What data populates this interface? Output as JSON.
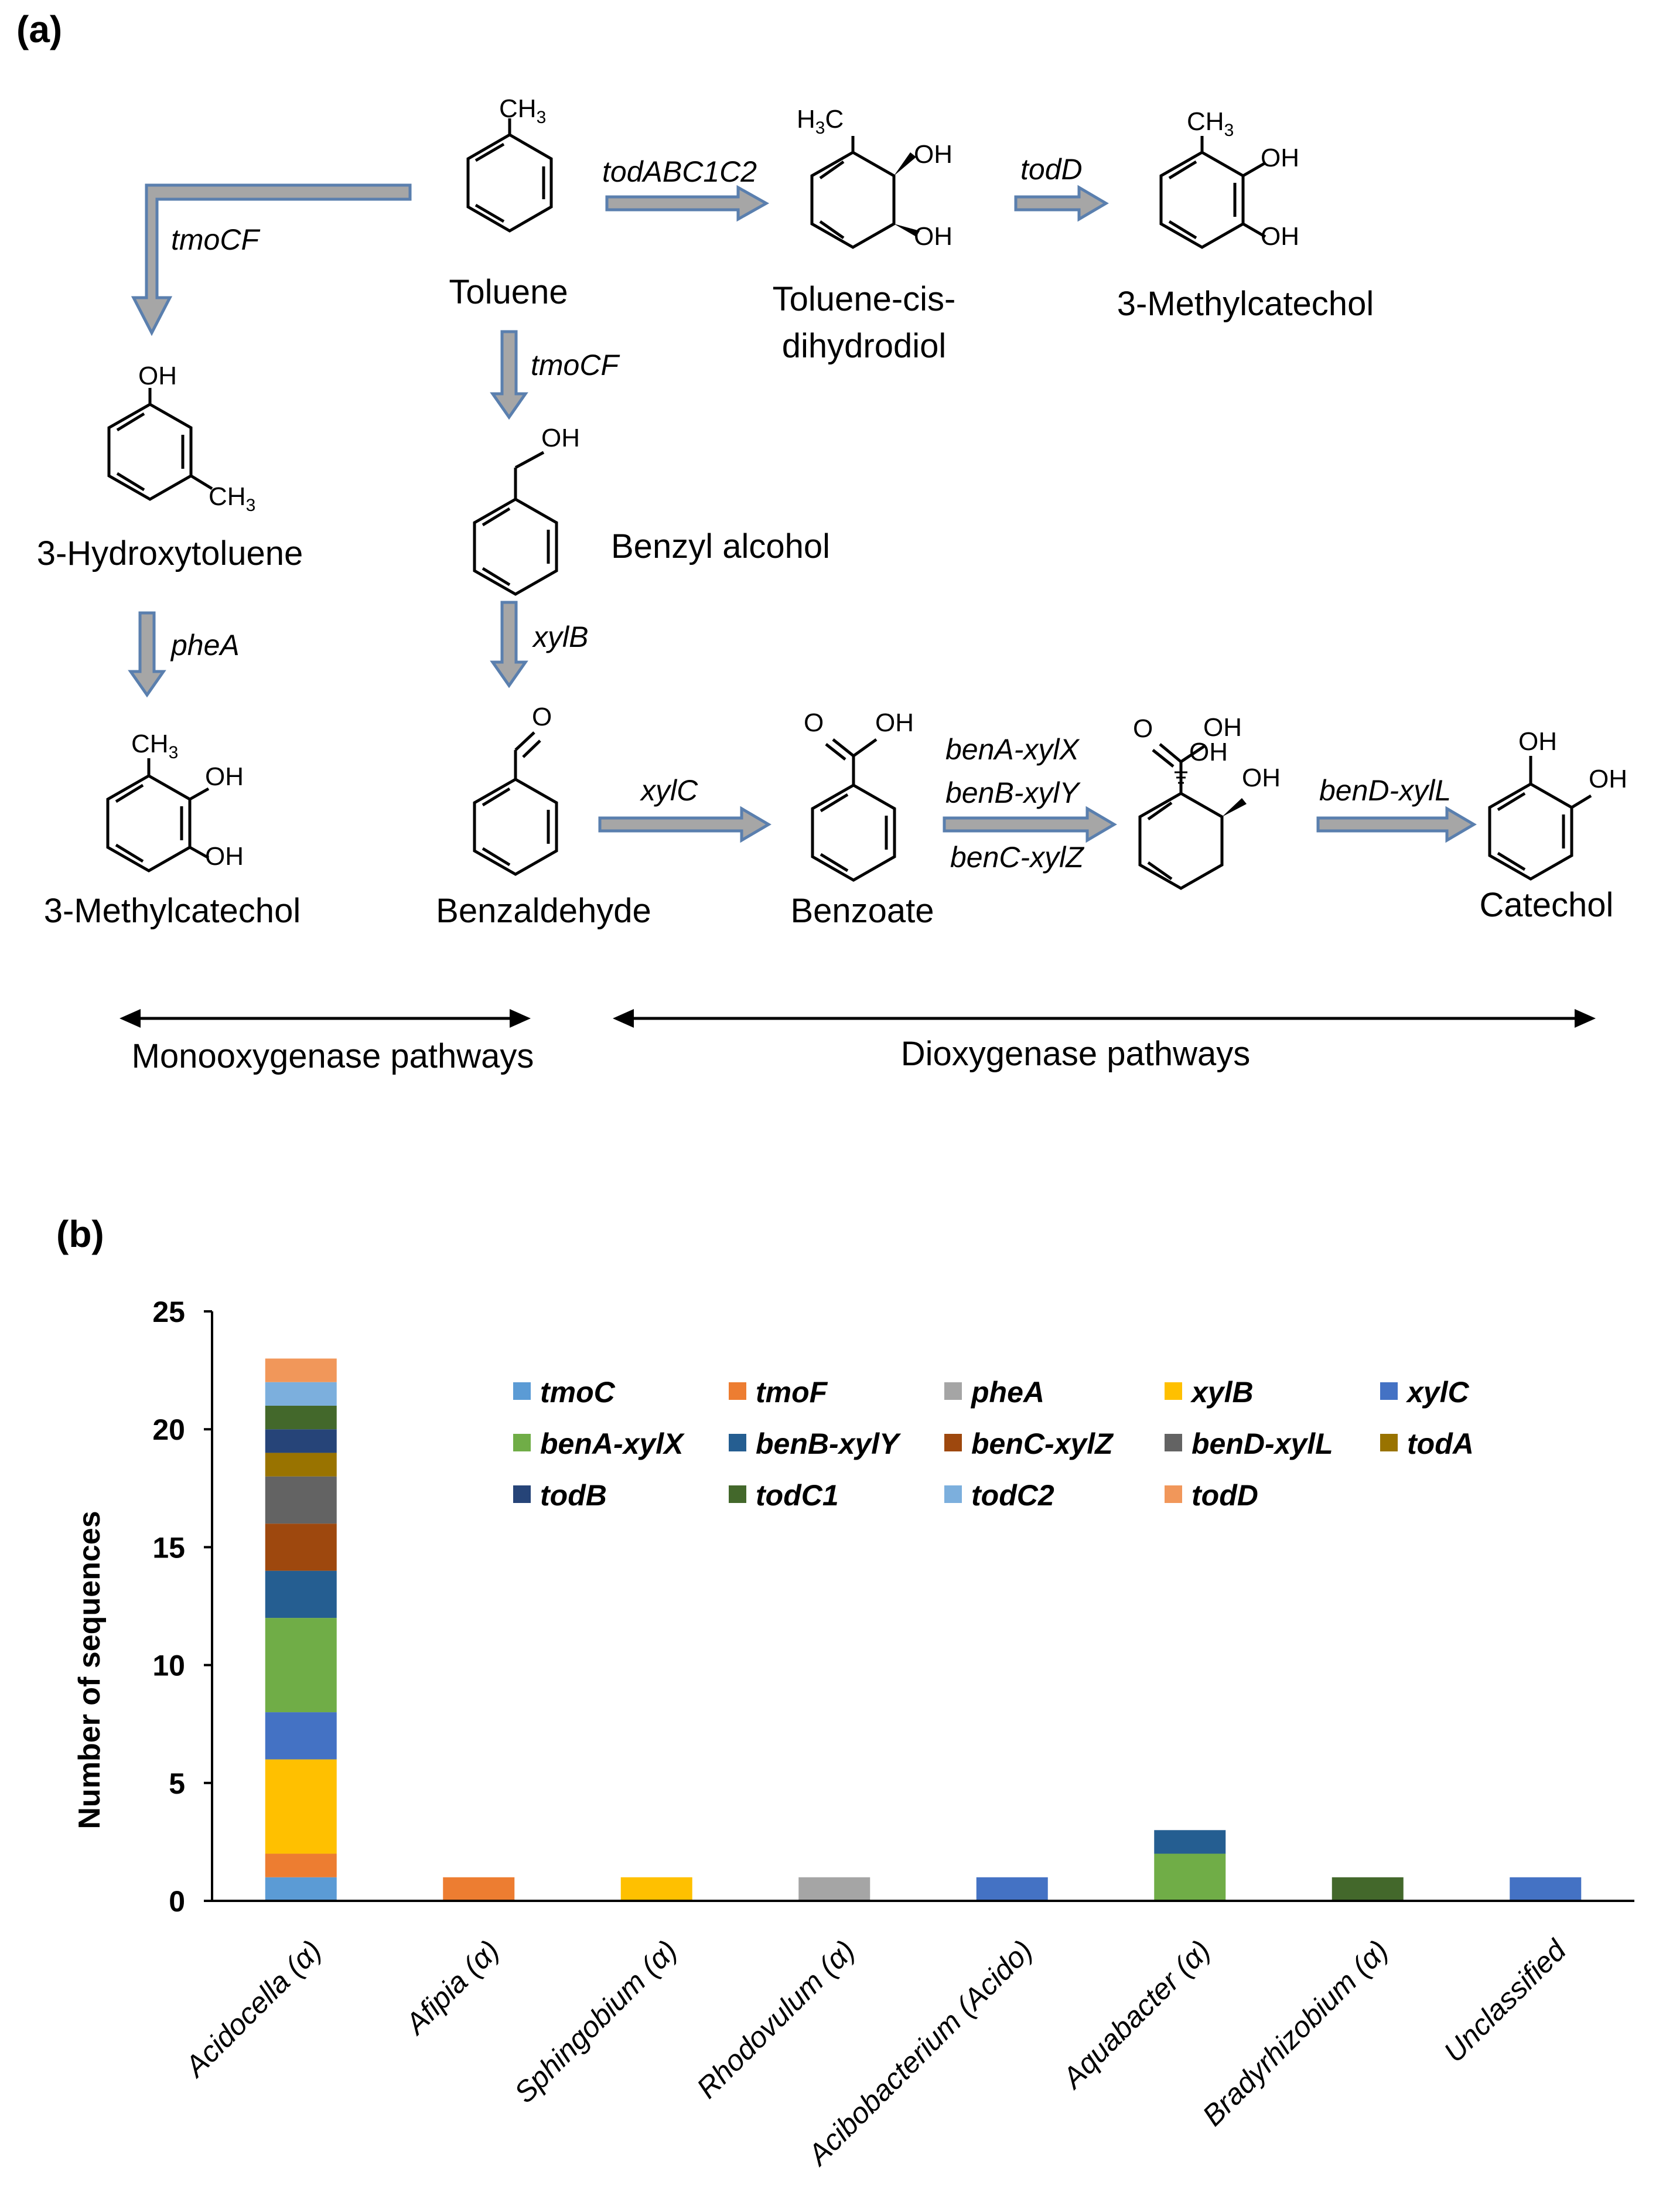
{
  "panel_a": {
    "label": "(a)",
    "compounds": {
      "toluene": "Toluene",
      "toluene_cis_dihydrodiol_line1": "Toluene-cis-",
      "toluene_cis_dihydrodiol_line2": "dihydrodiol",
      "methylcatechol_top": "3-Methylcatechol",
      "hydroxytoluene": "3-Hydroxytoluene",
      "benzyl_alcohol": "Benzyl alcohol",
      "methylcatechol_left": "3-Methylcatechol",
      "benzaldehyde": "Benzaldehyde",
      "benzoate": "Benzoate",
      "catechol": "Catechol"
    },
    "atoms": {
      "ch3": "CH",
      "h3c_h": "H",
      "h3c_c": "C",
      "sub3": "3",
      "oh": "OH",
      "o": "O"
    },
    "genes": {
      "tmoCF_left": "tmoCF",
      "todABC1C2": "todABC1C2",
      "todD": "todD",
      "tmoCF_mid": "tmoCF",
      "pheA": "pheA",
      "xylB": "xylB",
      "xylC": "xylC",
      "benA_xylX": "benA-xylX",
      "benB_xylY": "benB-xylY",
      "benC_xylZ": "benC-xylZ",
      "benD_xylL": "benD-xylL"
    },
    "pathways": {
      "mono": "Monooxygenase pathways",
      "di": "Dioxygenase pathways"
    }
  },
  "panel_b": {
    "label": "(b)"
  },
  "colors": {
    "arrow_fill": "#a6a6a6",
    "arrow_stroke": "#5a7fae",
    "tmoC": "#5b9bd5",
    "tmoF": "#ed7d31",
    "pheA": "#a5a5a5",
    "xylB": "#ffc000",
    "xylC": "#4472c4",
    "benA-xylX": "#70ad47",
    "benB-xylY": "#255e91",
    "benC-xylZ": "#9e480e",
    "benD-xylL": "#636363",
    "todA": "#997300",
    "todB": "#264478",
    "todC1": "#43682b",
    "todC2": "#7cafdd",
    "todD": "#f1975a"
  },
  "chart_data": {
    "type": "bar",
    "stacked": true,
    "ylabel": "Number of sequences",
    "xlabel": "",
    "ylim": [
      0,
      25
    ],
    "yticks": [
      0,
      5,
      10,
      15,
      20,
      25
    ],
    "grid": false,
    "legend_position": "top-right",
    "categories": [
      "Acidocella (α)",
      "Afipia (α)",
      "Sphingobium (α)",
      "Rhodovulum (α)",
      "Acibobacterium (Acido)",
      "Aquabacter (α)",
      "Bradyrhizobium (α)",
      "Unclassified"
    ],
    "series": [
      {
        "name": "tmoC",
        "values": [
          1,
          0,
          0,
          0,
          0,
          0,
          0,
          0
        ]
      },
      {
        "name": "tmoF",
        "values": [
          1,
          1,
          0,
          0,
          0,
          0,
          0,
          0
        ]
      },
      {
        "name": "pheA",
        "values": [
          0,
          0,
          0,
          1,
          0,
          0,
          0,
          0
        ]
      },
      {
        "name": "xylB",
        "values": [
          4,
          0,
          1,
          0,
          0,
          0,
          0,
          0
        ]
      },
      {
        "name": "xylC",
        "values": [
          2,
          0,
          0,
          0,
          1,
          0,
          0,
          1
        ]
      },
      {
        "name": "benA-xylX",
        "values": [
          4,
          0,
          0,
          0,
          0,
          2,
          0,
          0
        ]
      },
      {
        "name": "benB-xylY",
        "values": [
          2,
          0,
          0,
          0,
          0,
          1,
          0,
          0
        ]
      },
      {
        "name": "benC-xylZ",
        "values": [
          2,
          0,
          0,
          0,
          0,
          0,
          0,
          0
        ]
      },
      {
        "name": "benD-xylL",
        "values": [
          2,
          0,
          0,
          0,
          0,
          0,
          0,
          0
        ]
      },
      {
        "name": "todA",
        "values": [
          1,
          0,
          0,
          0,
          0,
          0,
          0,
          0
        ]
      },
      {
        "name": "todB",
        "values": [
          1,
          0,
          0,
          0,
          0,
          0,
          0,
          0
        ]
      },
      {
        "name": "todC1",
        "values": [
          1,
          0,
          0,
          0,
          0,
          0,
          1,
          0
        ]
      },
      {
        "name": "todC2",
        "values": [
          1,
          0,
          0,
          0,
          0,
          0,
          0,
          0
        ]
      },
      {
        "name": "todD",
        "values": [
          1,
          0,
          0,
          0,
          0,
          0,
          0,
          0
        ]
      }
    ]
  }
}
